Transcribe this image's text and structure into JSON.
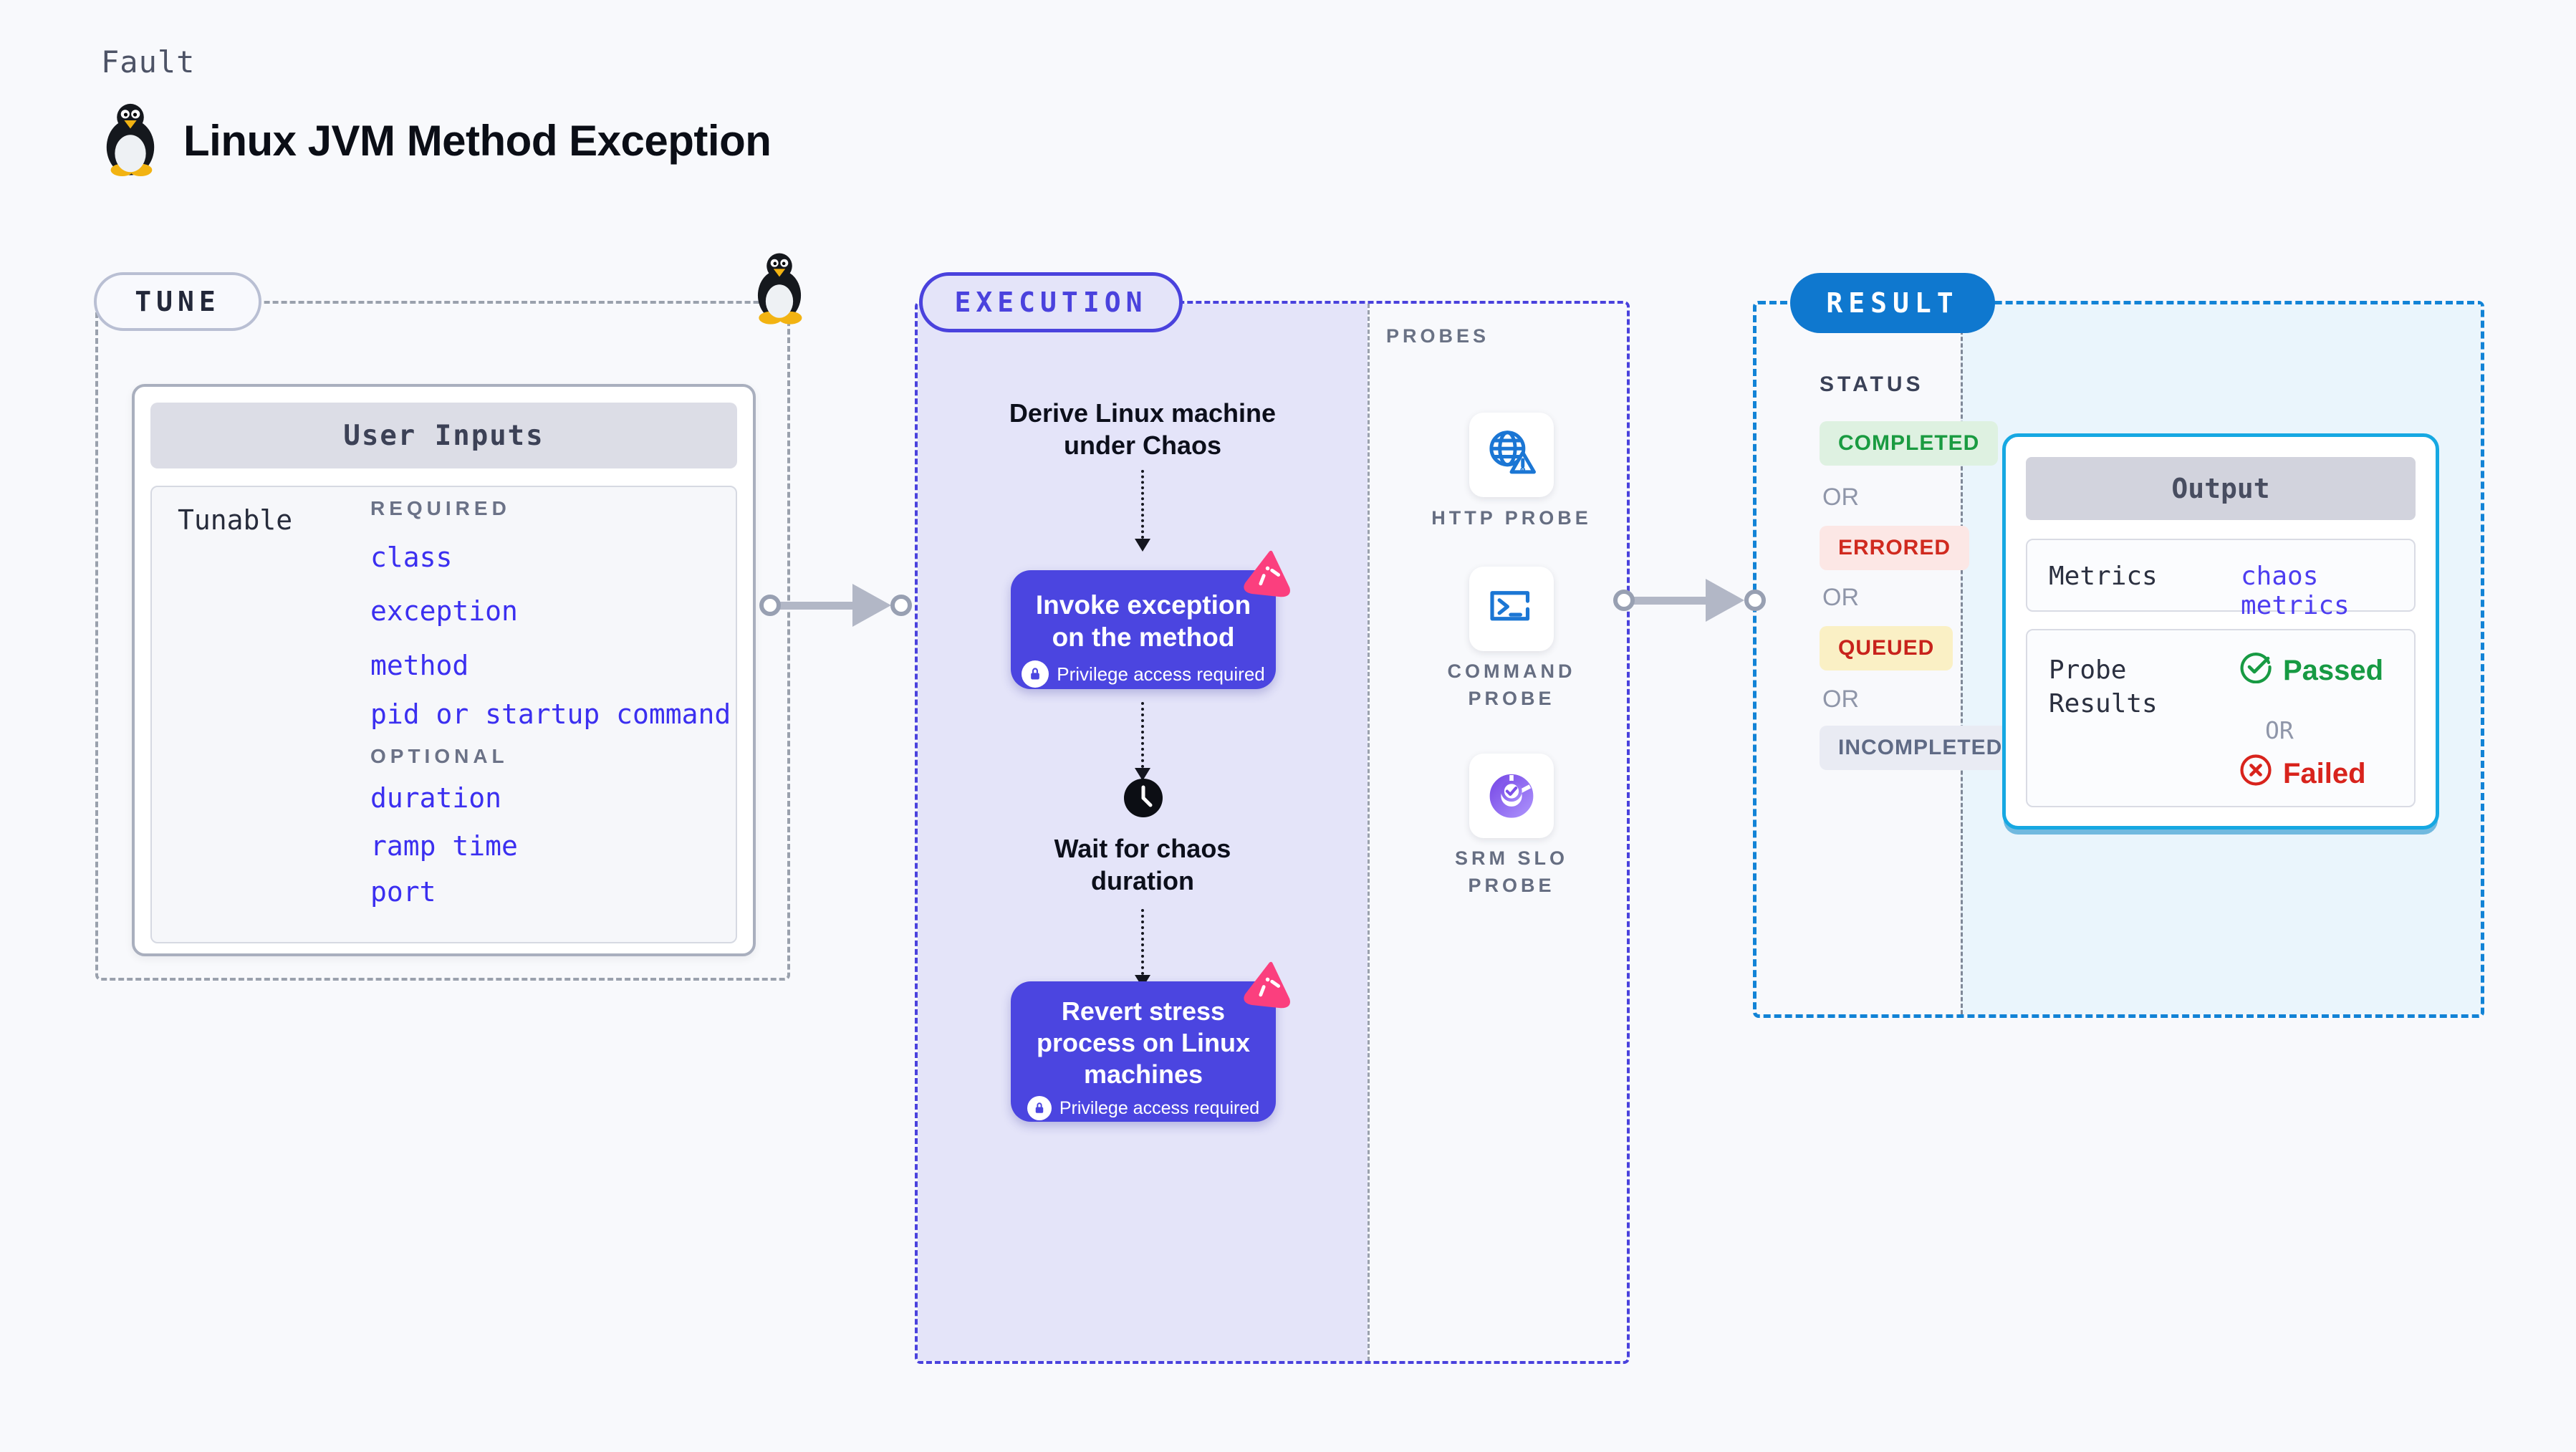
{
  "header": {
    "kicker": "Fault",
    "title": "Linux JVM Method Exception"
  },
  "tune": {
    "pill": "TUNE",
    "card_title": "User Inputs",
    "row_label": "Tunable",
    "required_label": "REQUIRED",
    "required_items": [
      "class",
      "exception",
      "method",
      "pid or startup command"
    ],
    "optional_label": "OPTIONAL",
    "optional_items": [
      "duration",
      "ramp time",
      "port"
    ]
  },
  "execution": {
    "pill": "EXECUTION",
    "derive_step": "Derive Linux machine under Chaos",
    "invoke_action": "Invoke exception on the method",
    "wait_step": "Wait for chaos duration",
    "revert_action": "Revert stress process on Linux machines",
    "privilege_note": "Privilege access required"
  },
  "probes": {
    "heading": "PROBES",
    "items": [
      {
        "label": "HTTP PROBE",
        "icon": "globe-alert-icon"
      },
      {
        "label": "COMMAND PROBE",
        "icon": "terminal-icon"
      },
      {
        "label": "SRM SLO PROBE",
        "icon": "slo-donut-icon"
      }
    ]
  },
  "result": {
    "pill": "RESULT",
    "status_heading": "STATUS",
    "or_label": "OR",
    "statuses": [
      {
        "label": "COMPLETED",
        "bg": "#def1e1",
        "fg": "#1a9b41"
      },
      {
        "label": "ERRORED",
        "bg": "#fce7e5",
        "fg": "#d02a1f"
      },
      {
        "label": "QUEUED",
        "bg": "#faf0c5",
        "fg": "#c8231c"
      },
      {
        "label": "INCOMPLETED",
        "bg": "#e9ebf3",
        "fg": "#5f6a85"
      }
    ],
    "output": {
      "title": "Output",
      "metrics_label": "Metrics",
      "metrics_value": "chaos metrics",
      "probe_results_label": "Probe Results",
      "passed_label": "Passed",
      "or_label": "OR",
      "failed_label": "Failed"
    }
  },
  "colors": {
    "page_bg": "#f8f9fc",
    "indigo_accent": "#4a42dd",
    "action_button_bg": "#4b45e0",
    "link_blue": "#3b2ff0",
    "result_blue": "#0f78cf",
    "result_border": "#1283d6",
    "output_border_cyan": "#16a8e2",
    "lavender_bg": "#e4e4f9",
    "ice_bg": "#eaf5fc",
    "passed_green": "#179a43",
    "failed_red": "#d8231c",
    "chaos_pink": "#fb3f7e",
    "probe_icon_blue": "#1b76d4",
    "slo_purple": "#8b5cf6"
  }
}
